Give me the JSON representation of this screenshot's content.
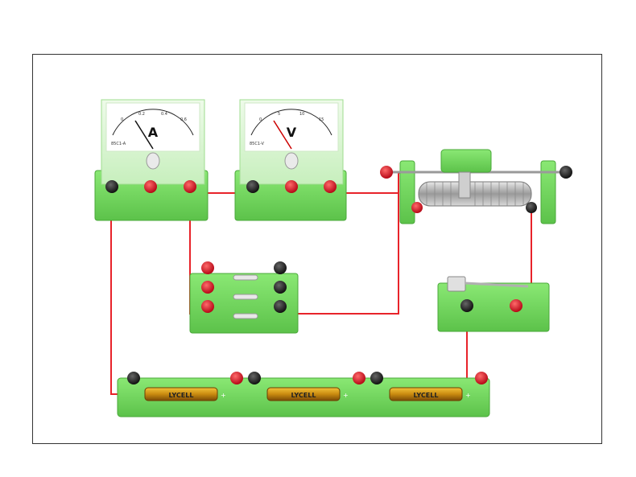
{
  "ammeter": {
    "symbol": "A",
    "model": "85C1-A",
    "scale": [
      "0",
      "0.2",
      "0.4",
      "0.6"
    ]
  },
  "voltmeter": {
    "symbol": "V",
    "model": "85C1-V",
    "scale": [
      "0",
      "5",
      "10",
      "15"
    ]
  },
  "battery": {
    "brand": "LYCELL",
    "plus": "+",
    "minus": "-"
  },
  "colors": {
    "wire": "#e8232a",
    "board": "#7ee06a",
    "board_dark": "#5cc24a",
    "red_post": "#d3131c",
    "black_post": "#1a1a1a"
  }
}
